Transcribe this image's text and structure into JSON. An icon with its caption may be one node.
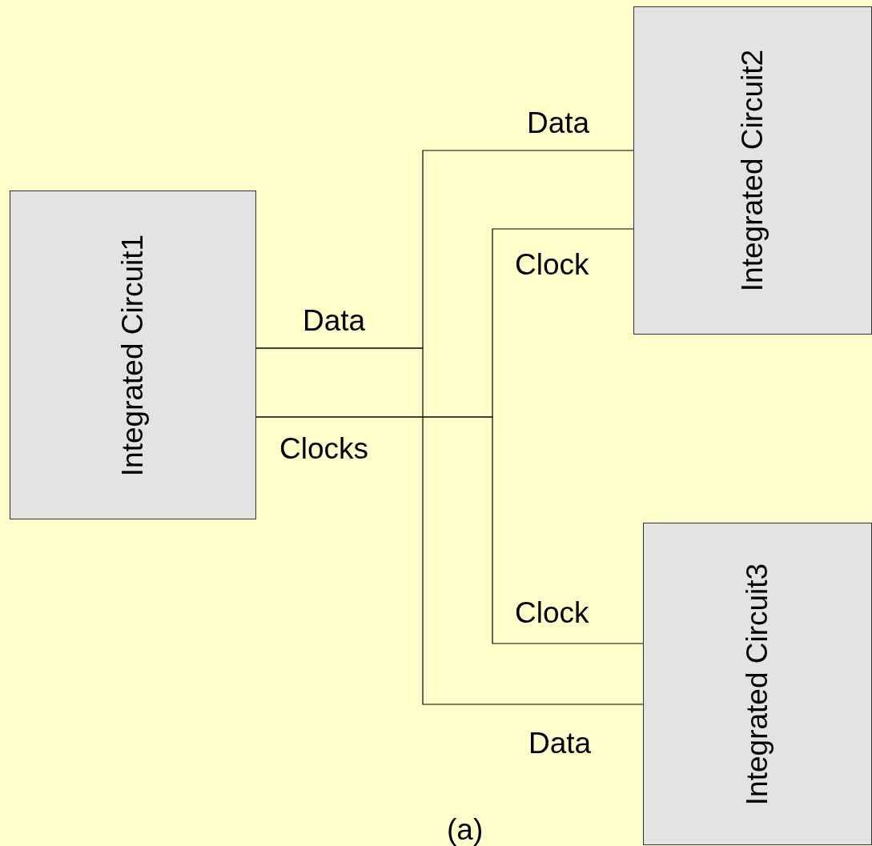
{
  "diagram": {
    "nodes": [
      {
        "text": [
          "Integrated Circuit1"
        ]
      },
      {
        "text": [
          "Integrated Circuit2"
        ]
      },
      {
        "text": [
          "Integrated Circuit3"
        ]
      }
    ],
    "edges": [
      {
        "from": 0,
        "to": 1,
        "arrow": "none",
        "label": "Data"
      },
      {
        "from": 0,
        "to": 1,
        "arrow": "none",
        "label": "Clock"
      },
      {
        "from": 0,
        "to": 2,
        "arrow": "none",
        "label": "Clock"
      },
      {
        "from": 0,
        "to": 2,
        "arrow": "none",
        "label": "Data"
      }
    ],
    "labels": [
      "Data",
      "Clocks",
      "(a)"
    ]
  }
}
